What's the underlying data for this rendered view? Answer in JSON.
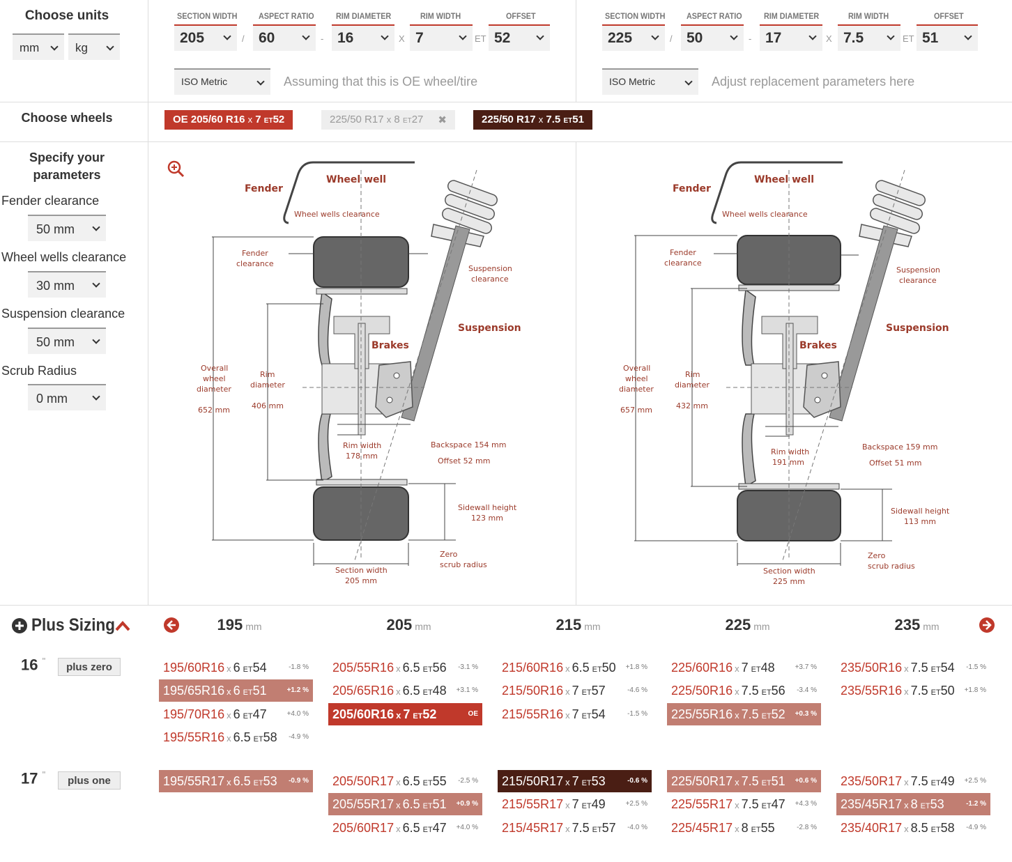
{
  "units": {
    "title": "Choose units",
    "length": "mm",
    "weight": "kg"
  },
  "oe_wheel": {
    "labels": [
      "SECTION WIDTH",
      "ASPECT RATIO",
      "RIM DIAMETER",
      "RIM WIDTH",
      "OFFSET"
    ],
    "section_width": "205",
    "aspect_ratio": "60",
    "rim_diameter": "16",
    "rim_width": "7",
    "offset": "52",
    "sep_slash": "/",
    "sep_dash": "-",
    "sep_x": "X",
    "sep_et": "ET",
    "standard": "ISO Metric",
    "hint": "Assuming that this is OE wheel/tire"
  },
  "replacement_wheel": {
    "labels": [
      "SECTION WIDTH",
      "ASPECT RATIO",
      "RIM DIAMETER",
      "RIM WIDTH",
      "OFFSET"
    ],
    "section_width": "225",
    "aspect_ratio": "50",
    "rim_diameter": "17",
    "rim_width": "7.5",
    "offset": "51",
    "sep_slash": "/",
    "sep_dash": "-",
    "sep_x": "X",
    "sep_et": "ET",
    "standard": "ISO Metric",
    "hint": "Adjust replacement parameters here"
  },
  "choose_wheels": {
    "title": "Choose wheels",
    "chips": [
      {
        "prefix": "OE",
        "size": "205/60 R16",
        "x": "x",
        "width": "7",
        "et": "ET",
        "offset": "52"
      },
      {
        "prefix": "",
        "size": "225/50 R17",
        "x": "x",
        "width": "8",
        "et": "ET",
        "offset": "27"
      },
      {
        "prefix": "",
        "size": "225/50 R17",
        "x": "x",
        "width": "7.5",
        "et": "ET",
        "offset": "51"
      }
    ],
    "remove_glyph": "✖"
  },
  "parameters": {
    "title": "Specify your parameters",
    "fender_clearance": {
      "label": "Fender clearance",
      "value": "50 mm"
    },
    "wheel_wells_clearance": {
      "label": "Wheel wells clearance",
      "value": "30 mm"
    },
    "suspension_clearance": {
      "label": "Suspension clearance",
      "value": "50 mm"
    },
    "scrub_radius": {
      "label": "Scrub Radius",
      "value": "0 mm"
    }
  },
  "diagram_labels": {
    "fender": "Fender",
    "wheel_well": "Wheel well",
    "wheel_wells_clearance": "Wheel wells clearance",
    "fender_clearance_1": "Fender",
    "fender_clearance_2": "clearance",
    "suspension_clearance_1": "Suspension",
    "suspension_clearance_2": "clearance",
    "suspension": "Suspension",
    "brakes": "Brakes",
    "overall_1": "Overall",
    "overall_2": "wheel",
    "overall_3": "diameter",
    "rim_1": "Rim",
    "rim_2": "diameter",
    "rim_width": "Rim width",
    "backspace": "Backspace",
    "offset": "Offset",
    "sidewall": "Sidewall height",
    "zero_1": "Zero",
    "zero_2": "scrub radius",
    "section_width": "Section width"
  },
  "diagrams": [
    {
      "overall": "652 mm",
      "rim_dia": "406 mm",
      "rim_width": "178 mm",
      "backspace": "154 mm",
      "offset": "52 mm",
      "sidewall": "123 mm",
      "section_width": "205 mm"
    },
    {
      "overall": "657 mm",
      "rim_dia": "432 mm",
      "rim_width": "191 mm",
      "backspace": "159 mm",
      "offset": "51 mm",
      "sidewall": "113 mm",
      "section_width": "225 mm"
    }
  ],
  "plus_sizing": {
    "title": "Plus Sizing",
    "unit": "mm",
    "columns": [
      "195",
      "205",
      "215",
      "225",
      "235"
    ],
    "rows": [
      {
        "rim": "16",
        "inch_mark": "\"",
        "tag": "plus zero",
        "cells": [
          [
            {
              "size": "195/60R16",
              "w": "6",
              "et": "ET",
              "off": "54",
              "pct": "-1.8 %",
              "style": ""
            },
            {
              "size": "195/65R16",
              "w": "6",
              "et": "ET",
              "off": "51",
              "pct": "+1.2 %",
              "style": "hl"
            },
            {
              "size": "195/70R16",
              "w": "6",
              "et": "ET",
              "off": "47",
              "pct": "+4.0 %",
              "style": ""
            },
            {
              "size": "195/55R16",
              "w": "6.5",
              "et": "ET",
              "off": "58",
              "pct": "-4.9 %",
              "style": ""
            }
          ],
          [
            {
              "size": "205/55R16",
              "w": "6.5",
              "et": "ET",
              "off": "56",
              "pct": "-3.1 %",
              "style": ""
            },
            {
              "size": "205/65R16",
              "w": "6.5",
              "et": "ET",
              "off": "48",
              "pct": "+3.1 %",
              "style": ""
            },
            {
              "size": "205/60R16",
              "w": "7",
              "et": "ET",
              "off": "52",
              "pct": "OE",
              "style": "oe"
            }
          ],
          [
            {
              "size": "215/60R16",
              "w": "6.5",
              "et": "ET",
              "off": "50",
              "pct": "+1.8 %",
              "style": ""
            },
            {
              "size": "215/50R16",
              "w": "7",
              "et": "ET",
              "off": "57",
              "pct": "-4.6 %",
              "style": ""
            },
            {
              "size": "215/55R16",
              "w": "7",
              "et": "ET",
              "off": "54",
              "pct": "-1.5 %",
              "style": ""
            }
          ],
          [
            {
              "size": "225/60R16",
              "w": "7",
              "et": "ET",
              "off": "48",
              "pct": "+3.7 %",
              "style": ""
            },
            {
              "size": "225/50R16",
              "w": "7.5",
              "et": "ET",
              "off": "56",
              "pct": "-3.4 %",
              "style": ""
            },
            {
              "size": "225/55R16",
              "w": "7.5",
              "et": "ET",
              "off": "52",
              "pct": "+0.3 %",
              "style": "hl"
            }
          ],
          [
            {
              "size": "235/50R16",
              "w": "7.5",
              "et": "ET",
              "off": "54",
              "pct": "-1.5 %",
              "style": ""
            },
            {
              "size": "235/55R16",
              "w": "7.5",
              "et": "ET",
              "off": "50",
              "pct": "+1.8 %",
              "style": ""
            }
          ]
        ]
      },
      {
        "rim": "17",
        "inch_mark": "\"",
        "tag": "plus one",
        "cells": [
          [
            {
              "size": "195/55R17",
              "w": "6.5",
              "et": "ET",
              "off": "53",
              "pct": "-0.9 %",
              "style": "hl"
            }
          ],
          [
            {
              "size": "205/50R17",
              "w": "6.5",
              "et": "ET",
              "off": "55",
              "pct": "-2.5 %",
              "style": ""
            },
            {
              "size": "205/55R17",
              "w": "6.5",
              "et": "ET",
              "off": "51",
              "pct": "+0.9 %",
              "style": "hl"
            },
            {
              "size": "205/60R17",
              "w": "6.5",
              "et": "ET",
              "off": "47",
              "pct": "+4.0 %",
              "style": ""
            }
          ],
          [
            {
              "size": "215/50R17",
              "w": "7",
              "et": "ET",
              "off": "53",
              "pct": "-0.6 %",
              "style": "dark"
            },
            {
              "size": "215/55R17",
              "w": "7",
              "et": "ET",
              "off": "49",
              "pct": "+2.5 %",
              "style": ""
            },
            {
              "size": "215/45R17",
              "w": "7.5",
              "et": "ET",
              "off": "57",
              "pct": "-4.0 %",
              "style": ""
            }
          ],
          [
            {
              "size": "225/50R17",
              "w": "7.5",
              "et": "ET",
              "off": "51",
              "pct": "+0.6 %",
              "style": "hl"
            },
            {
              "size": "225/55R17",
              "w": "7.5",
              "et": "ET",
              "off": "47",
              "pct": "+4.3 %",
              "style": ""
            },
            {
              "size": "225/45R17",
              "w": "8",
              "et": "ET",
              "off": "55",
              "pct": "-2.8 %",
              "style": ""
            }
          ],
          [
            {
              "size": "235/50R17",
              "w": "7.5",
              "et": "ET",
              "off": "49",
              "pct": "+2.5 %",
              "style": ""
            },
            {
              "size": "235/45R17",
              "w": "8",
              "et": "ET",
              "off": "53",
              "pct": "-1.2 %",
              "style": "hl"
            },
            {
              "size": "235/40R17",
              "w": "8.5",
              "et": "ET",
              "off": "58",
              "pct": "-4.9 %",
              "style": ""
            }
          ]
        ]
      }
    ]
  },
  "colors": {
    "accent": "#c0392b",
    "highlight": "#c17e72",
    "dark": "#4a1e14",
    "chip_light": "#eeeeee"
  }
}
